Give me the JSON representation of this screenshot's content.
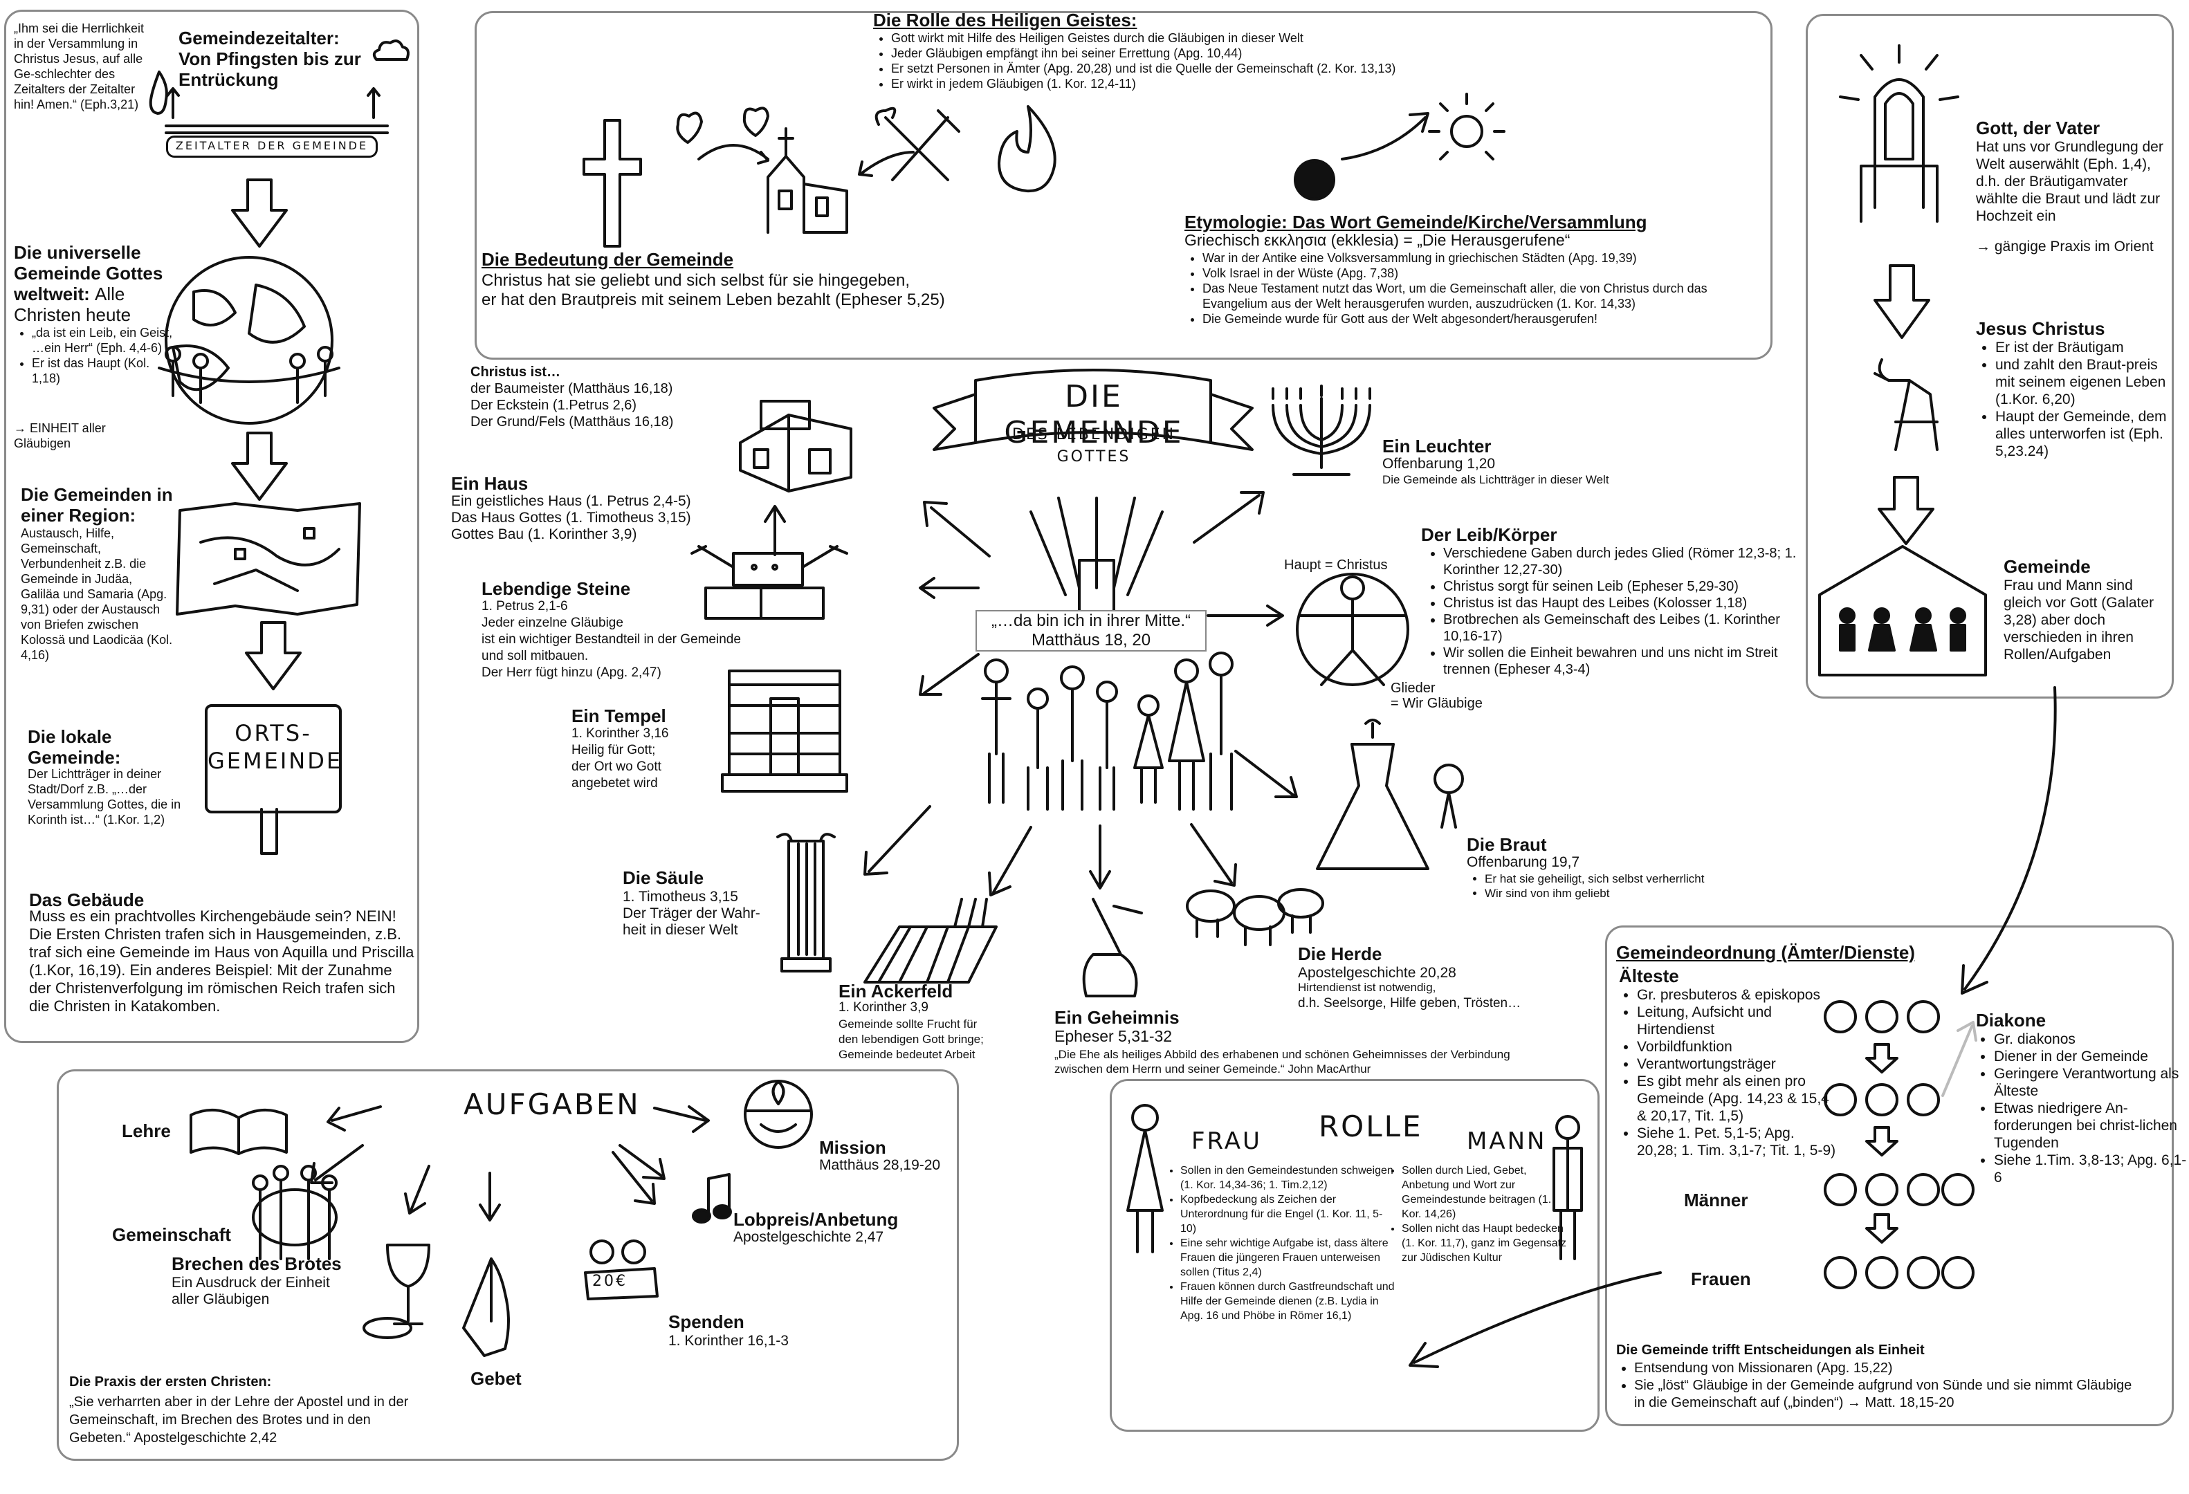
{
  "left": {
    "quote": "„Ihm sei die Herrlichkeit in der Versammlung in Christus Jesus, auf alle Ge-schlechter des Zeitalters der Zeitalter hin! Amen.“ (Eph.3,21)",
    "era_title": "Gemeindezeitalter: Von Pfingsten bis zur Entrückung",
    "era_banner": "ZEITALTER DER GEMEINDE",
    "universal_title": "Die universelle Gemeinde Gottes weltweit:",
    "universal_sub": "Alle Christen heute",
    "universal_items": [
      "„da ist ein Leib, ein Geist, …ein Herr“ (Eph. 4,4-6)",
      "Er ist das Haupt (Kol. 1,18)"
    ],
    "universal_arrow": "→ EINHEIT aller Gläubigen",
    "region_title": "Die Gemeinden in einer Region:",
    "region_text": "Austausch, Hilfe, Gemeinschaft, Verbundenheit z.B. die Gemeinde in Judäa, Galiläa und Samaria (Apg. 9,31) oder der Austausch von Briefen zwischen Kolossä und Laodicäa (Kol. 4,16)",
    "local_title": "Die lokale Gemeinde:",
    "local_text": "Der Lichtträger in deiner Stadt/Dorf z.B. „…der Versammlung Gottes, die in Korinth ist…“ (1.Kor. 1,2)",
    "sign_line1": "ORTS-",
    "sign_line2": "GEMEINDE",
    "building_title": "Das Gebäude",
    "building_text": "Muss es ein prachtvolles Kirchengebäude sein? NEIN! Die Ersten Christen trafen sich in Hausgemeinden, z.B. traf sich eine Gemeinde im Haus von Aquilla und Priscilla (1.Kor, 16,19). Ein anderes Beispiel: Mit der Zunahme der Christenverfolgung im römischen Reich trafen sich die Christen in Katakomben."
  },
  "top": {
    "spirit_title": "Die Rolle des Heiligen Geistes:",
    "spirit_items": [
      "Gott wirkt mit Hilfe des Heiligen Geistes durch die Gläubigen in dieser Welt",
      "Jeder Gläubigen empfängt ihn bei seiner Errettung (Apg. 10,44)",
      "Er setzt Personen in Ämter (Apg. 20,28) und ist die Quelle der Gemeinschaft (2. Kor. 13,13)",
      "Er wirkt in jedem  Gläubigen (1. Kor. 12,4-11)"
    ],
    "meaning_title": "Die Bedeutung der Gemeinde",
    "meaning_text1": "Christus hat sie geliebt und sich selbst für sie hingegeben,",
    "meaning_text2": "er hat den Brautpreis mit seinem Leben bezahlt (Epheser 5,25)",
    "etym_title": "Etymologie: Das Wort Gemeinde/Kirche/Versammlung",
    "etym_sub": "Griechisch εκκλησια (ekklesia) =  „Die Herausgerufene“",
    "etym_items": [
      "War in der Antike eine Volksversammlung in griechischen Städten (Apg. 19,39)",
      "Volk Israel in der Wüste (Apg. 7,38)",
      "Das Neue Testament nutzt das Wort, um die Gemeinschaft aller, die von Christus durch das Evangelium aus der Welt herausgerufen wurden, auszudrücken (1. Kor. 14,33)",
      "Die Gemeinde wurde für Gott aus der Welt abgesondert/herausgerufen!"
    ]
  },
  "center": {
    "banner_title": "DIE GEMEINDE",
    "banner_sub1": "DES LEBENDIGEN",
    "banner_sub2": "GOTTES",
    "mid_quote1": "„…da bin ich in ihrer Mitte.“",
    "mid_quote2": "Matthäus 18, 20",
    "christus_title": "Christus ist…",
    "christus_items": [
      "der Baumeister (Matthäus 16,18)",
      "Der Eckstein (1.Petrus 2,6)",
      "Der Grund/Fels (Matthäus 16,18)"
    ],
    "haus_title": "Ein Haus",
    "haus_text": [
      "Ein geistliches Haus (1. Petrus 2,4-5)",
      "Das Haus Gottes (1. Timotheus 3,15)",
      "Gottes Bau (1. Korinther 3,9)"
    ],
    "steine_title": "Lebendige Steine",
    "steine_text": [
      "1. Petrus 2,1-6",
      "Jeder einzelne Gläubige",
      "ist ein wichtiger Bestandteil in der Gemeinde",
      "und soll mitbauen.",
      "Der Herr fügt hinzu (Apg. 2,47)"
    ],
    "tempel_title": "Ein Tempel",
    "tempel_text": [
      "1. Korinther 3,16",
      "Heilig für Gott;",
      "der Ort wo Gott",
      "angebetet wird"
    ],
    "saeule_title": "Die Säule",
    "saeule_text": [
      "1. Timotheus 3,15",
      "Der Träger der Wahr-",
      "heit in dieser Welt"
    ],
    "acker_title": "Ein Ackerfeld",
    "acker_text": [
      "1. Korinther 3,9",
      "Gemeinde sollte Frucht für",
      "den lebendigen Gott bringe;",
      "Gemeinde bedeutet Arbeit"
    ],
    "geheim_title": "Ein Geheimnis",
    "geheim_ref": "Epheser 5,31-32",
    "geheim_quote": "„Die Ehe als heiliges Abbild des erhabenen und schönen Geheimnisses der Verbindung zwischen dem Herrn und seiner Gemeinde.“ John MacArthur",
    "herde_title": "Die Herde",
    "herde_text": [
      "Apostelgeschichte 20,28",
      "Hirtendienst ist notwendig,",
      "d.h. Seelsorge, Hilfe geben, Trösten…"
    ],
    "braut_title": "Die Braut",
    "braut_ref": "Offenbarung 19,7",
    "braut_items": [
      "Er hat sie geheiligt, sich selbst verherrlicht",
      "Wir sind von ihm geliebt"
    ],
    "leuchter_title": "Ein Leuchter",
    "leuchter_ref": "Offenbarung 1,20",
    "leuchter_text": "Die Gemeinde als Lichtträger in dieser Welt",
    "leib_title": "Der Leib/Körper",
    "leib_head": "Haupt = Christus",
    "leib_glieder1": "Glieder",
    "leib_glieder2": "= Wir Gläubige",
    "leib_items": [
      "Verschiedene Gaben durch jedes Glied (Römer 12,3-8; 1. Korinther 12,27-30)",
      "Christus sorgt für seinen Leib (Epheser 5,29-30)",
      "Christus ist das Haupt des Leibes (Kolosser 1,18)",
      "Brotbrechen als Gemeinschaft des Leibes (1. Korinther 10,16-17)",
      "Wir sollen die Einheit bewahren und uns nicht im Streit trennen (Epheser 4,3-4)"
    ]
  },
  "right": {
    "vater_title": "Gott, der Vater",
    "vater_text": "Hat uns vor Grundlegung der Welt auserwählt (Eph. 1,4), d.h. der Bräutigamvater wählte die Braut und lädt zur Hochzeit ein",
    "vater_arrow": "→ gängige Praxis im Orient",
    "jesus_title": "Jesus Christus",
    "jesus_items": [
      "Er ist der Bräutigam",
      "und zahlt den Braut-preis mit seinem eigenen Leben (1.Kor. 6,20)",
      "Haupt der Gemeinde, dem alles unterworfen ist (Eph. 5,23.24)"
    ],
    "gemeinde_title": "Gemeinde",
    "gemeinde_text": "Frau und Mann sind gleich vor Gott (Galater 3,28) aber doch verschieden in ihren Rollen/Aufgaben"
  },
  "aufgaben": {
    "title": "AUFGABEN",
    "lehre": "Lehre",
    "gemeinschaft": "Gemeinschaft",
    "brot_title": "Brechen des Brotes",
    "brot_text1": "Ein Ausdruck der Einheit",
    "brot_text2": "aller Gläubigen",
    "gebet": "Gebet",
    "spenden_title": "Spenden",
    "spenden_ref": "1. Korinther 16,1-3",
    "coin_label": "20€",
    "mission_title": "Mission",
    "mission_ref": "Matthäus 28,19-20",
    "lob_title": "Lobpreis/Anbetung",
    "lob_ref": "Apostelgeschichte 2,47",
    "praxis_title": "Die Praxis der ersten Christen:",
    "praxis_text": "„Sie verharrten aber in der Lehre der Apostel und in der Gemeinschaft, im Brechen des Brotes und in den Gebeten.“ Apostelgeschichte 2,42"
  },
  "rolle": {
    "title": "ROLLE",
    "frau": "FRAU",
    "mann": "MANN",
    "frau_items": [
      "Sollen in den Gemeindestunden schweigen (1. Kor. 14,34-36; 1. Tim.2,12)",
      "Kopfbedeckung als Zeichen der Unterordnung für die Engel (1. Kor. 11, 5-10)",
      "Eine sehr wichtige Aufgabe ist, dass ältere Frauen die jüngeren Frauen unterweisen sollen (Titus 2,4)",
      "Frauen können durch Gastfreundschaft und Hilfe der Gemeinde dienen (z.B. Lydia in Apg. 16 und Phöbe in Römer 16,1)"
    ],
    "mann_items": [
      "Sollen durch Lied, Gebet, Anbetung und Wort zur Gemeindestunde beitragen (1. Kor. 14,26)",
      "Sollen nicht das Haupt bedecken (1. Kor. 11,7), ganz im Gegensatz zur Jüdischen Kultur"
    ]
  },
  "ordnung": {
    "title": "Gemeindeordnung (Ämter/Dienste)",
    "aelteste_title": "Älteste",
    "aelteste_items": [
      "Gr. presbuteros & episkopos",
      "Leitung, Aufsicht und Hirtendienst",
      "Vorbildfunktion",
      "Verantwortungsträger",
      "Es gibt mehr als einen pro Gemeinde (Apg. 14,23 & 15,4 & 20,17, Tit. 1,5)",
      "Siehe 1. Pet. 5,1-5; Apg. 20,28; 1. Tim. 3,1-7; Tit. 1, 5-9)"
    ],
    "diakone_title": "Diakone",
    "diakone_items": [
      "Gr. diakonos",
      "Diener in der Gemeinde",
      "Geringere Verantwortung als Älteste",
      "Etwas niedrigere An-forderungen bei christ-lichen Tugenden",
      "Siehe 1.Tim. 3,8-13;  Apg. 6,1-6"
    ],
    "maenner": "Männer",
    "frauen": "Frauen",
    "entscheid_title": "Die Gemeinde trifft Entscheidungen als Einheit",
    "entscheid_items": [
      "Entsendung von Missionaren (Apg. 15,22)",
      "Sie „löst“ Gläubige in der Gemeinde aufgrund von Sünde und sie nimmt Gläubige in die Gemeinschaft auf („binden“) → Matt. 18,15-20"
    ]
  }
}
